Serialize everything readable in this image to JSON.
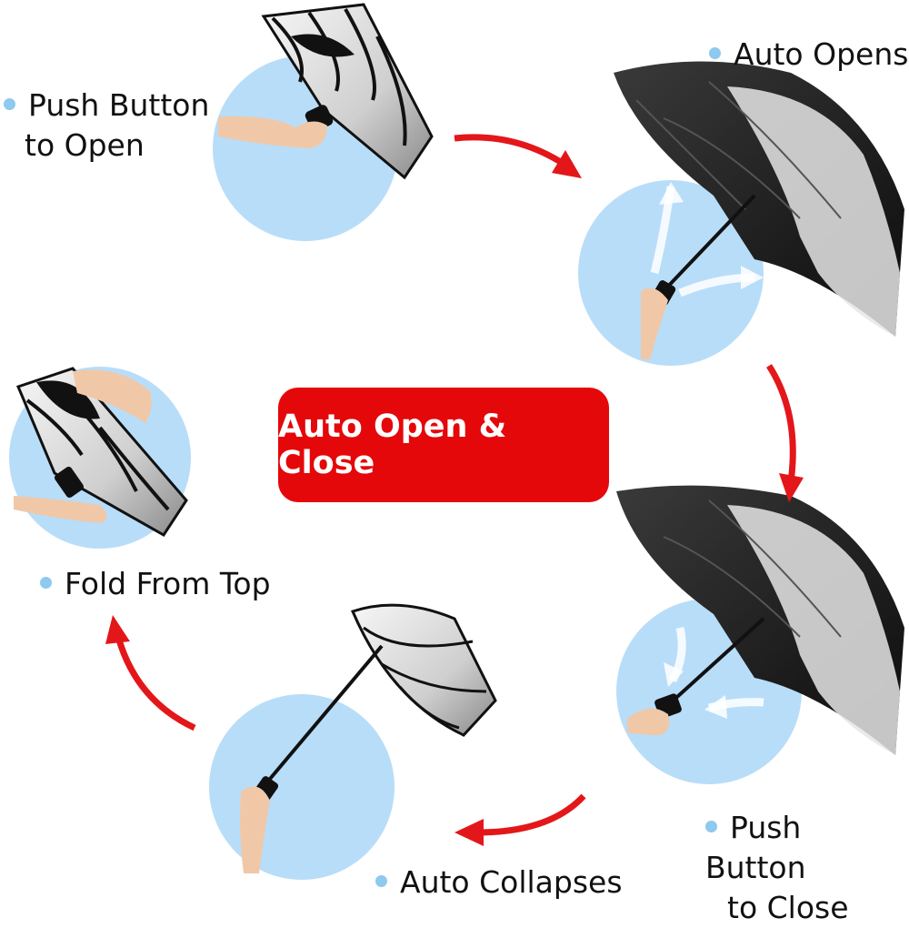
{
  "center_badge": {
    "text": "Auto Open & Close",
    "color": "#e4080a"
  },
  "steps": [
    {
      "line1": "Push Button",
      "line2": "to Open"
    },
    {
      "line1": "Auto Opens",
      "line2": ""
    },
    {
      "line1": "Push Button",
      "line2": "to Close"
    },
    {
      "line1": "Auto Collapses",
      "line2": ""
    },
    {
      "line1": "Fold From Top",
      "line2": ""
    }
  ],
  "colors": {
    "circle": "#b8ddf9",
    "arrow": "#e3171a",
    "bullet": "#8ec9ef",
    "canopy_dark": "#1c1c1c",
    "canopy_light": "#d9d9d9"
  },
  "icons": [
    "hand-icon",
    "umbrella-icon",
    "curved-arrow-icon"
  ]
}
